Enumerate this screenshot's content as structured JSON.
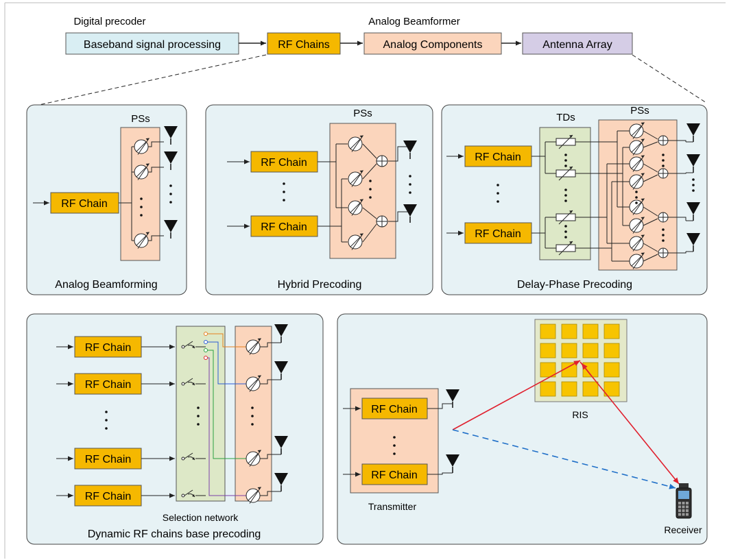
{
  "top": {
    "digital_label": "Digital precoder",
    "analog_label": "Analog Beamformer",
    "baseband": "Baseband signal processing",
    "rf_chains": "RF Chains",
    "analog_components": "Analog Components",
    "antenna_array": "Antenna Array"
  },
  "panels": {
    "analog": {
      "title": "Analog Beamforming",
      "ps_label": "PSs",
      "rf": "RF Chain"
    },
    "hybrid": {
      "title": "Hybrid Precoding",
      "ps_label": "PSs",
      "rf1": "RF Chain",
      "rf2": "RF Chain"
    },
    "delay": {
      "title": "Delay-Phase Precoding",
      "td_label": "TDs",
      "ps_label": "PSs",
      "rf1": "RF Chain",
      "rf2": "RF Chain"
    },
    "dynamic": {
      "title": "Dynamic RF chains base precoding",
      "selection_label": "Selection network",
      "rf": [
        "RF Chain",
        "RF Chain",
        "RF Chain",
        "RF Chain"
      ]
    },
    "ris": {
      "title": "RIS based precoding",
      "tx_label": "Transmitter",
      "ris_label": "RIS",
      "rx_label": "Receiver",
      "rf1": "RF Chain",
      "rf2": "RF Chain"
    }
  },
  "colors": {
    "baseband_fill": "#d9eef3",
    "rf_fill": "#f5b800",
    "analog_fill": "#fbd5bc",
    "antenna_array_fill": "#d5cde6",
    "panel_fill": "#e7f2f5",
    "td_fill": "#dde8c7",
    "ris_tile": "#f7c400",
    "ris_bg": "#e4e9c9",
    "red_path": "#e0202e",
    "blue_path": "#1f6fc8"
  }
}
